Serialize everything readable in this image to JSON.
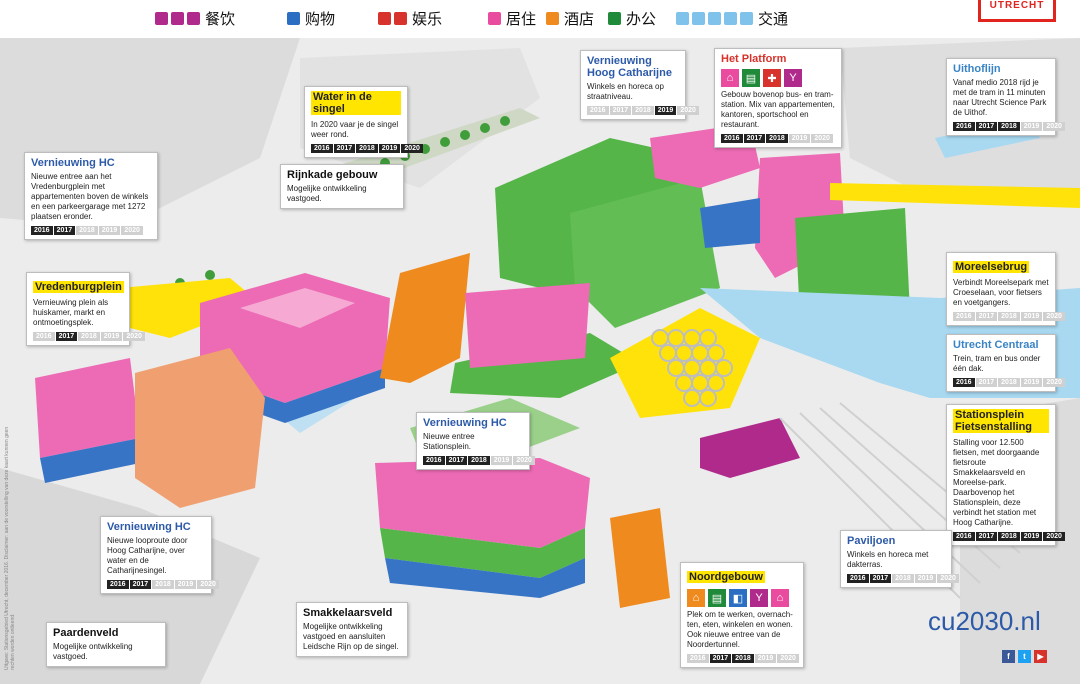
{
  "legend": {
    "dining": {
      "label": "餐饮",
      "colors": [
        "#b02a8c",
        "#b02a8c",
        "#b02a8c"
      ],
      "icons": [
        "dining-icon",
        "drinks-icon",
        "cocktail-icon"
      ]
    },
    "shopping": {
      "label": "购物",
      "colors": [
        "#2c6fc2"
      ],
      "icons": [
        "shopping-bag-icon"
      ]
    },
    "entertainment": {
      "label": "娱乐",
      "colors": [
        "#d7322b",
        "#d7322b"
      ],
      "icons": [
        "cinema-icon",
        "ticket-icon"
      ]
    },
    "housing": {
      "label": "居住",
      "colors": [
        "#e94c9e"
      ],
      "icons": [
        "bed-icon"
      ]
    },
    "hotel": {
      "label": "酒店",
      "colors": [
        "#ef8a1f"
      ],
      "icons": [
        "hotel-bed-icon"
      ]
    },
    "office": {
      "label": "办公",
      "colors": [
        "#1f8a3a"
      ],
      "icons": [
        "office-icon"
      ]
    },
    "transport": {
      "label": "交通",
      "colors": [
        "#7fc3ea",
        "#7fc3ea",
        "#7fc3ea",
        "#7fc3ea",
        "#7fc3ea"
      ],
      "icons": [
        "bicycle-icon",
        "car-icon",
        "bus-icon",
        "tram-icon",
        "train-icon"
      ]
    }
  },
  "logo": "UTRECHT",
  "callouts": {
    "water_singel": {
      "title": "Water in de singel",
      "body": "In 2020 vaar je de singel weer rond.",
      "years": [
        "2016",
        "2017",
        "2018",
        "2019",
        "2020"
      ],
      "active": [
        true,
        true,
        true,
        true,
        true
      ]
    },
    "vernieuwing_hc_1": {
      "title": "Vernieuwing HC",
      "body": "Nieuwe entree aan het Vredenburgplein met appartementen boven de winkels en een parkeergarage met 1272 plaatsen eronder.",
      "years": [
        "2016",
        "2017",
        "2018",
        "2019",
        "2020"
      ],
      "active": [
        true,
        true,
        false,
        false,
        false
      ]
    },
    "rijnkade": {
      "title": "Rijnkade gebouw",
      "body": "Mogelijke ontwikkeling vastgoed."
    },
    "vernieuwing_hoog": {
      "title": "Vernieuwing Hoog Catharijne",
      "body": "Winkels en horeca op straatniveau.",
      "years": [
        "2016",
        "2017",
        "2018",
        "2019",
        "2020"
      ],
      "active": [
        false,
        false,
        false,
        true,
        false
      ]
    },
    "het_platform": {
      "title": "Het Platform",
      "body": "Gebouw bovenop bus- en tram-station. Mix van appartementen, kantoren, sportschool en restaurant.",
      "years": [
        "2016",
        "2017",
        "2018",
        "2019",
        "2020"
      ],
      "active": [
        true,
        true,
        true,
        false,
        false
      ],
      "icons": [
        "bed-icon",
        "office-icon",
        "sport-icon",
        "cocktail-icon"
      ]
    },
    "uithoflijn": {
      "title": "Uithoflijn",
      "body": "Vanaf medio 2018 rijd je met de tram in 11 minuten naar Utrecht Science Park de Uithof.",
      "years": [
        "2016",
        "2017",
        "2018",
        "2019",
        "2020"
      ],
      "active": [
        true,
        true,
        true,
        false,
        false
      ]
    },
    "vredenburgplein": {
      "title": "Vredenburgplein",
      "body": "Vernieuwing plein als huiskamer, markt en ontmoetingsplek.",
      "years": [
        "2016",
        "2017",
        "2018",
        "2019",
        "2020"
      ],
      "active": [
        false,
        true,
        false,
        false,
        false
      ]
    },
    "moreelsebrug": {
      "title": "Moreelsebrug",
      "body": "Verbindt Moreelsepark met Croeselaan, voor fietsers en voetgangers.",
      "years": [
        "2016",
        "2017",
        "2018",
        "2019",
        "2020"
      ],
      "active": [
        false,
        false,
        false,
        false,
        false
      ]
    },
    "utrecht_centraal": {
      "title": "Utrecht Centraal",
      "body": "Trein, tram en bus onder één dak.",
      "years": [
        "2016",
        "2017",
        "2018",
        "2019",
        "2020"
      ],
      "active": [
        true,
        false,
        false,
        false,
        false
      ]
    },
    "vernieuwing_hc_2": {
      "title": "Vernieuwing HC",
      "body": "Nieuwe entree Stationsplein.",
      "years": [
        "2016",
        "2017",
        "2018",
        "2019",
        "2020"
      ],
      "active": [
        true,
        true,
        true,
        false,
        false
      ]
    },
    "stationsplein": {
      "title": "Stationsplein Fietsenstalling",
      "body": "Stalling voor 12.500 fietsen, met doorgaande fietsroute Smakkelaarsveld en Moreelse-park. Daarbovenop het Stationsplein, deze verbindt het station met Hoog Catharijne.",
      "years": [
        "2016",
        "2017",
        "2018",
        "2019",
        "2020"
      ],
      "active": [
        true,
        true,
        true,
        true,
        true
      ]
    },
    "vernieuwing_hc_3": {
      "title": "Vernieuwing HC",
      "body": "Nieuwe looproute door Hoog Catharijne, over water en de Catharijnesingel.",
      "years": [
        "2016",
        "2017",
        "2018",
        "2019",
        "2020"
      ],
      "active": [
        true,
        true,
        false,
        false,
        false
      ]
    },
    "paviljoen": {
      "title": "Paviljoen",
      "body": "Winkels en horeca met dakterras.",
      "years": [
        "2016",
        "2017",
        "2018",
        "2019",
        "2020"
      ],
      "active": [
        true,
        true,
        false,
        false,
        false
      ]
    },
    "smakkelaarsveld": {
      "title": "Smakkelaarsveld",
      "body": "Mogelijke ontwikkeling vastgoed en aansluiten Leidsche Rijn op de singel."
    },
    "noordgebouw": {
      "title": "Noordgebouw",
      "body": "Plek om te werken, overnach-ten, eten, winkelen en wonen. Ook nieuwe entree van de Noordertunnel.",
      "years": [
        "2016",
        "2017",
        "2018",
        "2019",
        "2020"
      ],
      "active": [
        false,
        true,
        true,
        false,
        false
      ],
      "icons": [
        "hotel-bed-icon",
        "office-icon",
        "shopping-bag-icon",
        "cocktail-icon",
        "bed-icon"
      ]
    },
    "paardenveld": {
      "title": "Paardenveld",
      "body": "Mogelijke ontwikkeling vastgoed."
    }
  },
  "footer": {
    "url": "cu2030.nl",
    "social": [
      "f",
      "t",
      "▶"
    ]
  },
  "sidetext": "Uitgave: Stationsgebied Utrecht, december 2016. Disclaimer: aan de voorstelling van deze kaart kunnen geen rechten worden ontleend.",
  "colors": {
    "pink": "#ec6bb4",
    "green": "#55b548",
    "yellow": "#ffe20a",
    "orange": "#ef8a1f",
    "blue": "#3874c6",
    "lightblue": "#a9d8f1",
    "grey": "#e6e6e6",
    "red": "#d7322b"
  }
}
